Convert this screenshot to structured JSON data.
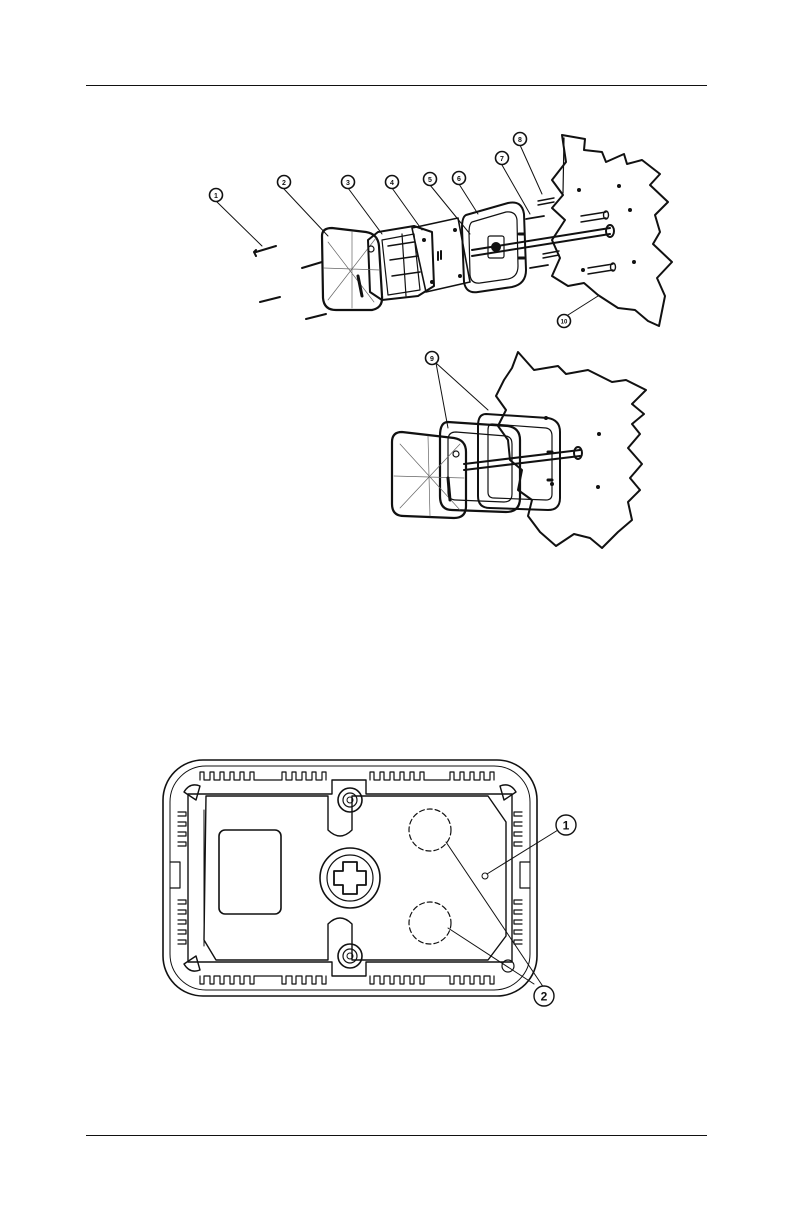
{
  "figure_top": {
    "callouts": [
      "1",
      "2",
      "3",
      "4",
      "5",
      "6",
      "7",
      "8",
      "9",
      "10"
    ],
    "callout_inset": "9"
  },
  "figure_bottom": {
    "callouts": [
      "1",
      "2"
    ]
  }
}
